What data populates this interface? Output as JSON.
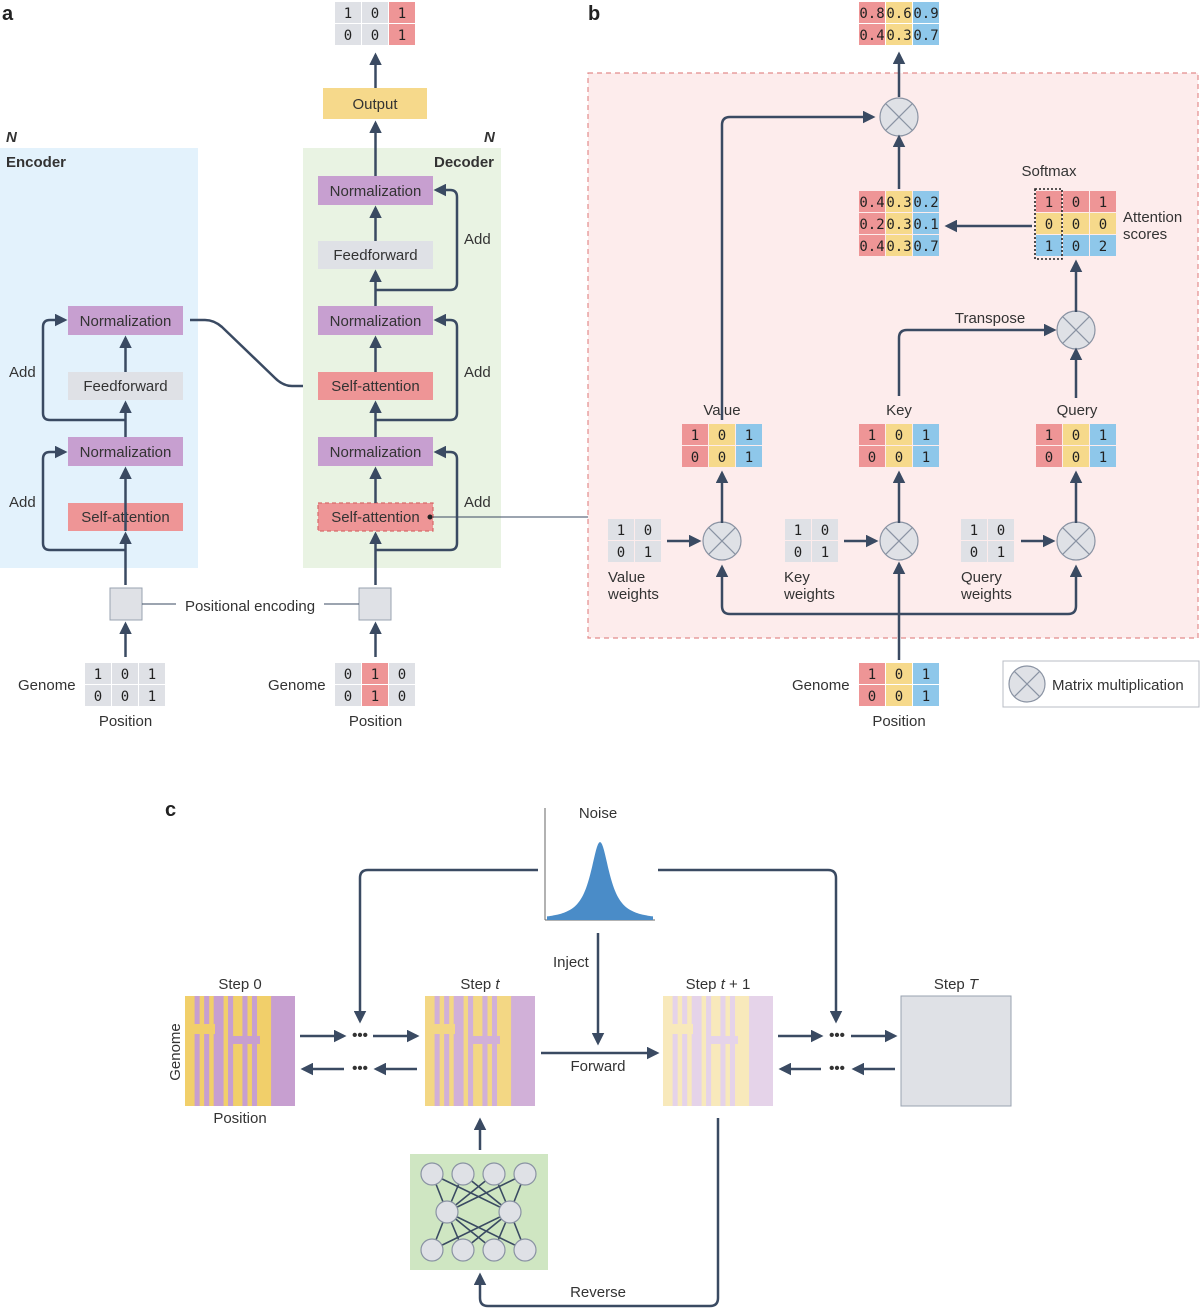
{
  "panels": {
    "a": "a",
    "b": "b",
    "c": "c"
  },
  "encoder": {
    "n": "N",
    "title": "Encoder",
    "norm_top": "Normalization",
    "feedforward": "Feedforward",
    "norm_bottom": "Normalization",
    "self_attention": "Self-attention",
    "add_top": "Add",
    "add_bottom": "Add"
  },
  "decoder": {
    "n": "N",
    "title": "Decoder",
    "norm_1": "Normalization",
    "feedforward": "Feedforward",
    "norm_2": "Normalization",
    "cross_attention": "Self-attention",
    "norm_3": "Normalization",
    "self_attention": "Self-attention",
    "add_1": "Add",
    "add_2": "Add",
    "add_3": "Add"
  },
  "output_label": "Output",
  "output_matrix": [
    [
      "1",
      "0",
      "1"
    ],
    [
      "0",
      "0",
      "1"
    ]
  ],
  "positional_encoding": "Positional encoding",
  "enc_input": {
    "label": "Genome",
    "axis": "Position",
    "matrix": [
      [
        "1",
        "0",
        "1"
      ],
      [
        "0",
        "0",
        "1"
      ]
    ]
  },
  "dec_input": {
    "label": "Genome",
    "axis": "Position",
    "matrix": [
      [
        "0",
        "1",
        "0"
      ],
      [
        "0",
        "1",
        "0"
      ]
    ]
  },
  "attention": {
    "result": [
      [
        "0.8",
        "0.6",
        "0.9"
      ],
      [
        "0.4",
        "0.3",
        "0.7"
      ]
    ],
    "softmax_label": "Softmax",
    "softmax_matrix": [
      [
        "0.4",
        "0.3",
        "0.2"
      ],
      [
        "0.2",
        "0.3",
        "0.1"
      ],
      [
        "0.4",
        "0.3",
        "0.7"
      ]
    ],
    "scores_label_1": "Attention",
    "scores_label_2": "scores",
    "scores_matrix": [
      [
        "1",
        "0",
        "1"
      ],
      [
        "0",
        "0",
        "0"
      ],
      [
        "1",
        "0",
        "2"
      ]
    ],
    "transpose": "Transpose",
    "value_label": "Value",
    "key_label": "Key",
    "query_label": "Query",
    "value_matrix": [
      [
        "1",
        "0",
        "1"
      ],
      [
        "0",
        "0",
        "1"
      ]
    ],
    "key_matrix": [
      [
        "1",
        "0",
        "1"
      ],
      [
        "0",
        "0",
        "1"
      ]
    ],
    "query_matrix": [
      [
        "1",
        "0",
        "1"
      ],
      [
        "0",
        "0",
        "1"
      ]
    ],
    "value_weights": {
      "l1": "Value",
      "l2": "weights",
      "matrix": [
        [
          "1",
          "0"
        ],
        [
          "0",
          "1"
        ]
      ]
    },
    "key_weights": {
      "l1": "Key",
      "l2": "weights",
      "matrix": [
        [
          "1",
          "0"
        ],
        [
          "0",
          "1"
        ]
      ]
    },
    "query_weights": {
      "l1": "Query",
      "l2": "weights",
      "matrix": [
        [
          "1",
          "0"
        ],
        [
          "0",
          "1"
        ]
      ]
    },
    "input": {
      "label": "Genome",
      "axis": "Position",
      "matrix": [
        [
          "1",
          "0",
          "1"
        ],
        [
          "0",
          "0",
          "1"
        ]
      ]
    },
    "legend": "Matrix multiplication"
  },
  "diffusion": {
    "noise": "Noise",
    "inject": "Inject",
    "forward": "Forward",
    "reverse": "Reverse",
    "ellipsis": "•••",
    "step0": "Step 0",
    "step_t_prefix": "Step ",
    "step_t_var": "t",
    "step_t1_suffix": " + 1",
    "step_T_var": "T",
    "genome": "Genome",
    "position": "Position"
  },
  "colors": {
    "encoder_bg": "#e3f2fc",
    "decoder_bg": "#e9f3e3",
    "attention_bg": "#fdecec",
    "normalization": "#c79fd0",
    "self_attention": "#ee9596",
    "feedforward": "#dfe1e6",
    "output": "#f6d98b",
    "cell_red": "#ee9596",
    "cell_yellow": "#f6d98b",
    "cell_blue": "#8ec7ea",
    "cell_gray": "#dfe1e6",
    "arrow": "#3a4a62",
    "noise": "#4a8cc8",
    "network_bg": "#cfe6c2",
    "step_purple": "#c79fd0",
    "step_yellow": "#f1cf6a"
  }
}
